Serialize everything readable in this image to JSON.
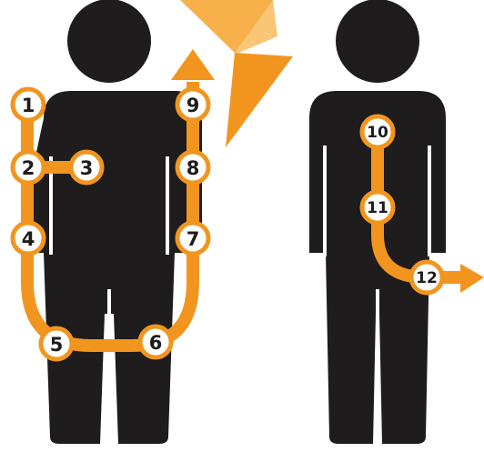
{
  "colors": {
    "figure": "#1e1c1c",
    "accent": "#f2951f",
    "accent_light": "#f9c576",
    "badge_fill": "#ffffff",
    "badge_text": "#1e1c1c",
    "background": "#ffffff"
  },
  "figures": {
    "left": {
      "icon": "person-front-icon"
    },
    "right": {
      "icon": "person-back-icon"
    }
  },
  "transition_arrow": {
    "icon": "curved-arrow-right-icon"
  },
  "steps": [
    {
      "label": "1"
    },
    {
      "label": "2"
    },
    {
      "label": "3"
    },
    {
      "label": "4"
    },
    {
      "label": "5"
    },
    {
      "label": "6"
    },
    {
      "label": "7"
    },
    {
      "label": "8"
    },
    {
      "label": "9"
    },
    {
      "label": "10"
    },
    {
      "label": "11"
    },
    {
      "label": "12"
    }
  ]
}
